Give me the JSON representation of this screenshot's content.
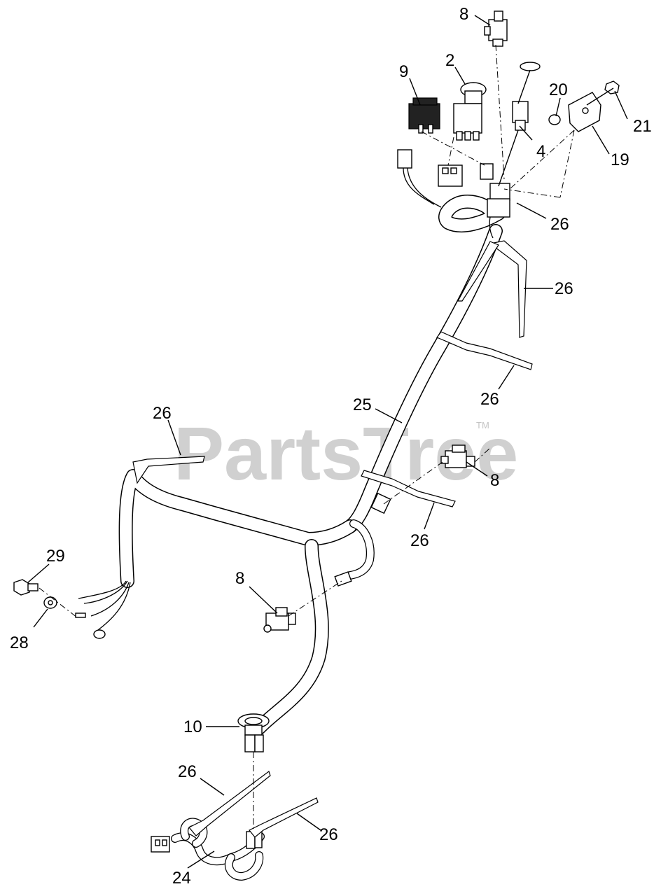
{
  "watermark": {
    "text": "PartsTree",
    "trademark": "TM"
  },
  "callouts": [
    {
      "id": "c8-top",
      "label": "8"
    },
    {
      "id": "c9",
      "label": "9"
    },
    {
      "id": "c2",
      "label": "2"
    },
    {
      "id": "c20",
      "label": "20"
    },
    {
      "id": "c21",
      "label": "21"
    },
    {
      "id": "c4",
      "label": "4"
    },
    {
      "id": "c19",
      "label": "19"
    },
    {
      "id": "c26-a",
      "label": "26"
    },
    {
      "id": "c26-b",
      "label": "26"
    },
    {
      "id": "c26-c",
      "label": "26"
    },
    {
      "id": "c25",
      "label": "25"
    },
    {
      "id": "c26-d",
      "label": "26"
    },
    {
      "id": "c8-right",
      "label": "8"
    },
    {
      "id": "c26-e",
      "label": "26"
    },
    {
      "id": "c29",
      "label": "29"
    },
    {
      "id": "c8-left",
      "label": "8"
    },
    {
      "id": "c28",
      "label": "28"
    },
    {
      "id": "c10",
      "label": "10"
    },
    {
      "id": "c26-f",
      "label": "26"
    },
    {
      "id": "c26-g",
      "label": "26"
    },
    {
      "id": "c24",
      "label": "24"
    }
  ]
}
